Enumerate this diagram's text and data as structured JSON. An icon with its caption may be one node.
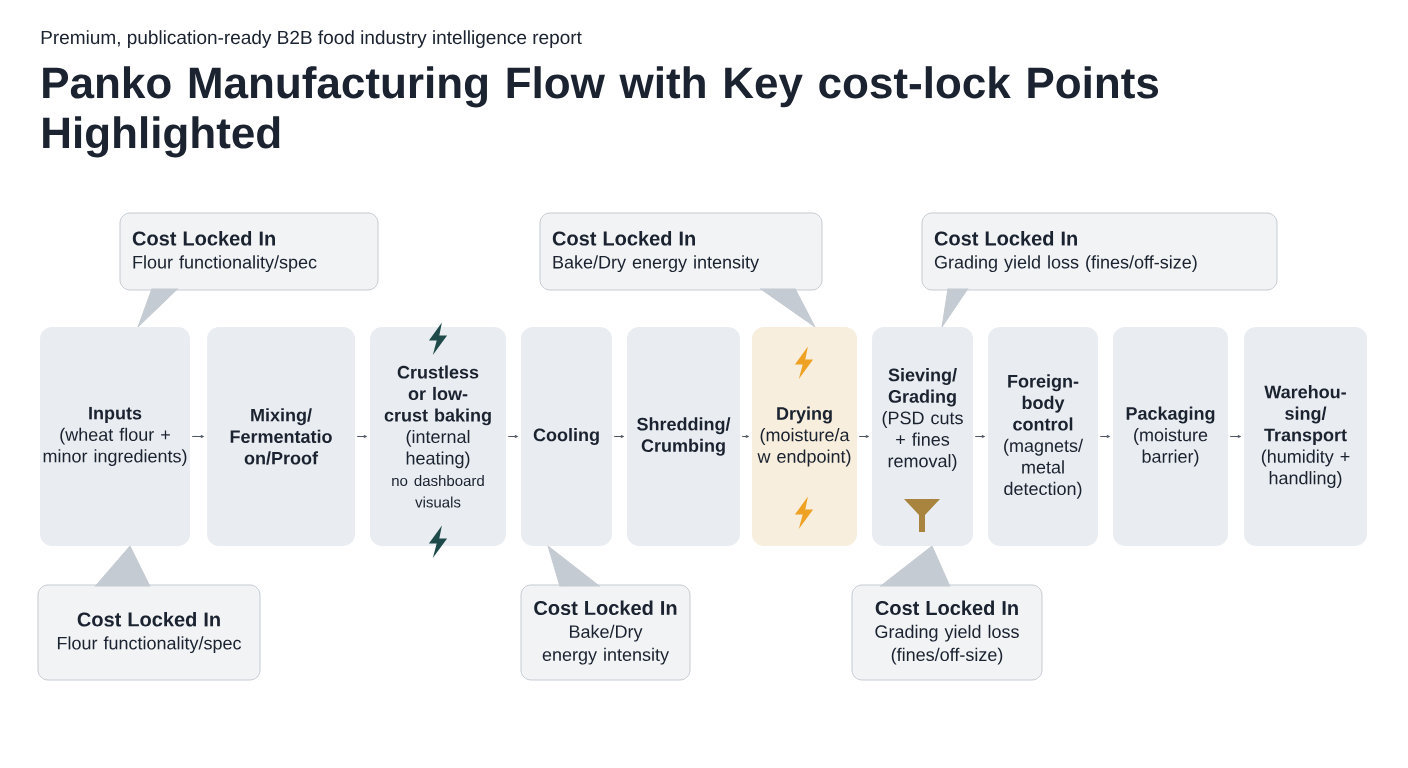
{
  "diagram": {
    "title": "Panko Manufacturing Flow with Key cost-lock Points Highlighted",
    "nodes": [
      {
        "text": [
          "Cost Locked In",
          "Flour functionality/spec"
        ]
      },
      {
        "text": [
          "Cost Locked In",
          "Bake/Dry energy intensity"
        ]
      },
      {
        "text": [
          "Cost Locked In",
          "Grading yield loss (fines/off-size)"
        ]
      },
      {
        "text": [
          "Inputs",
          "(wheat flour + minor ingredients)"
        ]
      },
      {
        "text": [
          "Mixing/ Fermentatio on/Proof"
        ]
      },
      {
        "text": [
          "Crustless or low-crust baking",
          "(internal heating)",
          "no dashboard visuals"
        ]
      },
      {
        "text": [
          "Cooling"
        ]
      },
      {
        "text": [
          "Shredding/ Crumbing"
        ]
      },
      {
        "text": [
          "Drying",
          "(moisture/a w endpoint)"
        ]
      },
      {
        "text": [
          "Sieving/ Grading",
          "(PSD cuts + fines removal)"
        ]
      },
      {
        "text": [
          "Foreign- body control",
          "(magnets/ metal detection)"
        ]
      },
      {
        "text": [
          "Packaging",
          "(moisture barrier)"
        ]
      },
      {
        "text": [
          "Warehou- sing/ Transport",
          "(humidity + handling)"
        ]
      },
      {
        "text": [
          "Cost Locked In",
          "Flour functionality/spec"
        ]
      },
      {
        "text": [
          "Cost Locked In",
          "Bake/Dry energy intensity"
        ]
      },
      {
        "text": [
          "Cost Locked In",
          "Grading yield loss (fines/off-size)"
        ]
      }
    ],
    "edges": [
      {
        "from": 3,
        "to": 4,
        "arrow": "to"
      },
      {
        "from": 4,
        "to": 5,
        "arrow": "to"
      },
      {
        "from": 5,
        "to": 6,
        "arrow": "to"
      },
      {
        "from": 6,
        "to": 7,
        "arrow": "to"
      },
      {
        "from": 7,
        "to": 8,
        "arrow": "to"
      },
      {
        "from": 8,
        "to": 9,
        "arrow": "to"
      },
      {
        "from": 9,
        "to": 10,
        "arrow": "to"
      },
      {
        "from": 10,
        "to": 11,
        "arrow": "to"
      },
      {
        "from": 11,
        "to": 12,
        "arrow": "to"
      },
      {
        "from": 0,
        "to": 3,
        "arrow": "to",
        "color": "#c5cbd2"
      },
      {
        "from": 1,
        "to": 8,
        "arrow": "to",
        "color": "#c5cbd2"
      },
      {
        "from": 2,
        "to": 9,
        "arrow": "to",
        "color": "#c5cbd2"
      },
      {
        "from": 13,
        "to": 3,
        "arrow": "to",
        "color": "#c5cbd2"
      },
      {
        "from": 14,
        "to": 6,
        "arrow": "to",
        "color": "#c5cbd2"
      },
      {
        "from": 15,
        "to": 9,
        "arrow": "to",
        "color": "#c5cbd2"
      }
    ],
    "labels": [
      "Premium, publication-ready B2B food industry intelligence report"
    ]
  }
}
